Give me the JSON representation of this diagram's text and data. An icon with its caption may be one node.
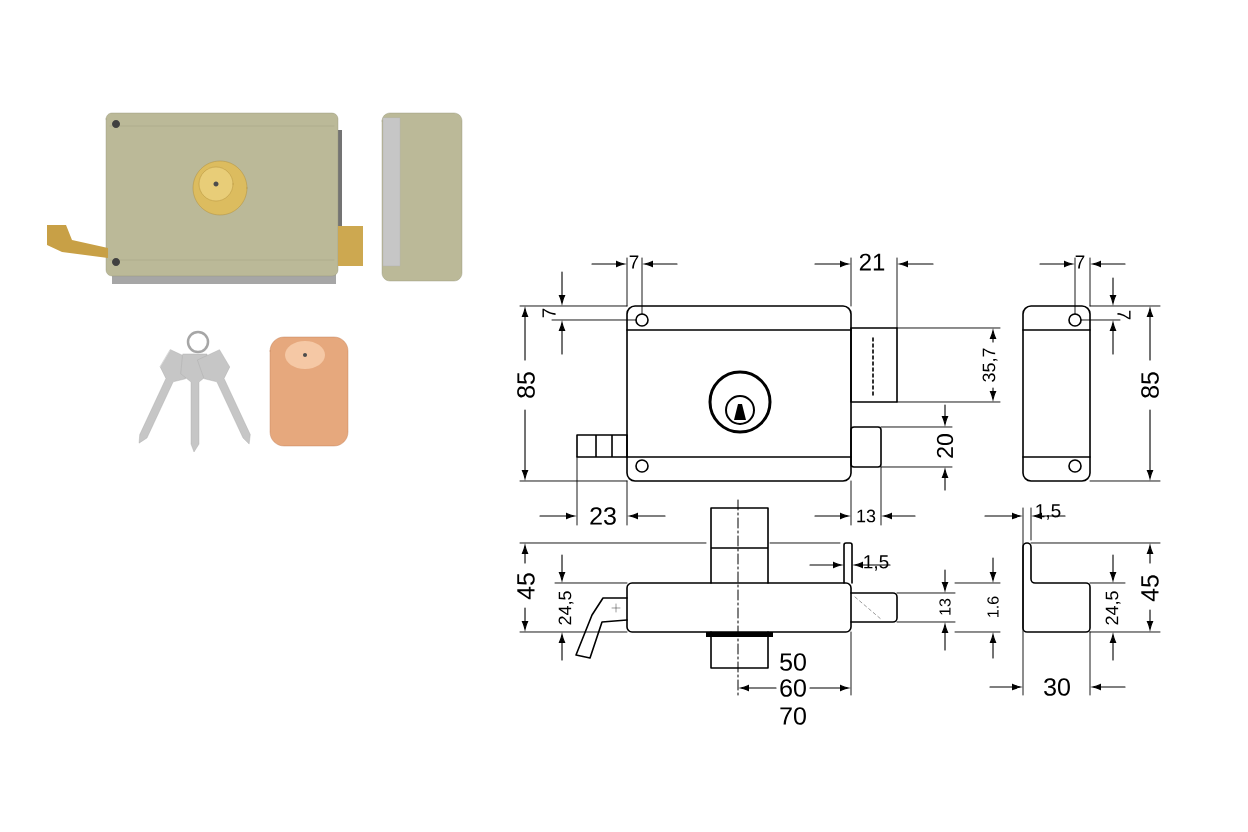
{
  "diagram": {
    "labels": [
      "7",
      "21",
      "7",
      "7",
      "7",
      "85",
      "35,7",
      "85",
      "20",
      "23",
      "13",
      "1,5",
      "45",
      "24,5",
      "1,5",
      "13",
      "1.6",
      "24,5",
      "45",
      "50",
      "60",
      "30",
      "70"
    ]
  }
}
